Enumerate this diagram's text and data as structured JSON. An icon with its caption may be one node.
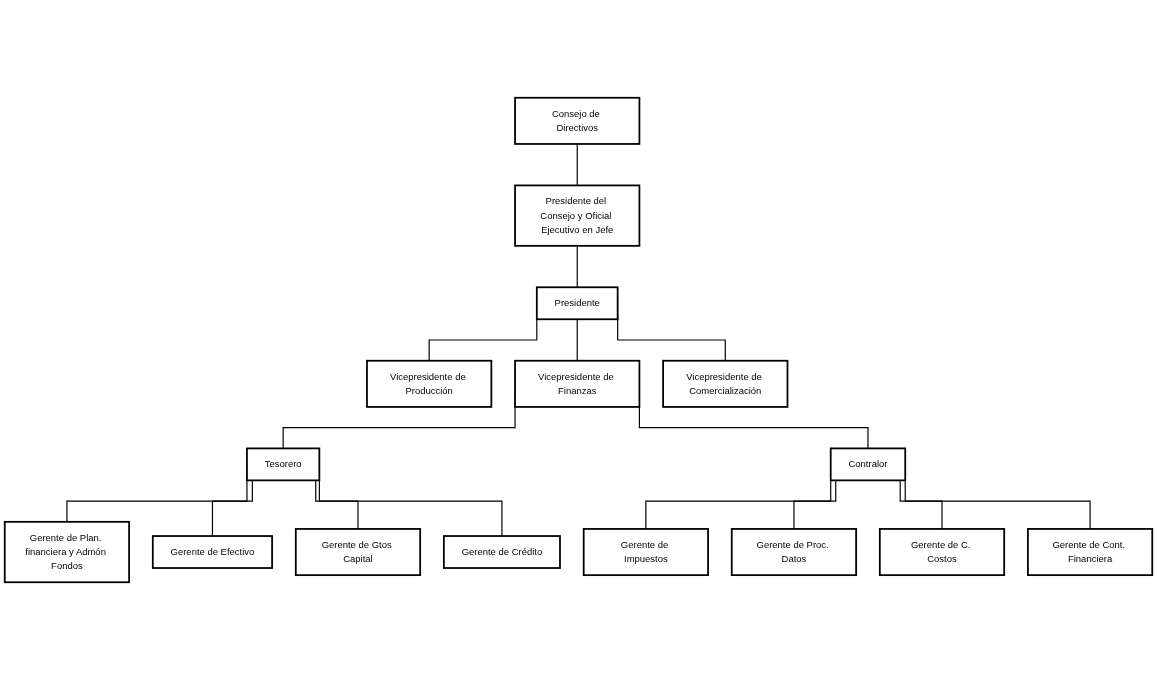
{
  "diagram": {
    "nodes": [
      {
        "text": [
          "Consejo de Directivos"
        ]
      },
      {
        "text": [
          "Presidente del Consejo y Oficial Ejecutivo en Jefe"
        ]
      },
      {
        "text": [
          "Presidente"
        ]
      },
      {
        "text": [
          "Vicepresidente de Producción"
        ]
      },
      {
        "text": [
          "Vicepresidente de Finanzas"
        ]
      },
      {
        "text": [
          "Vicepresidente de Comercialización"
        ]
      },
      {
        "text": [
          "Tesorero"
        ]
      },
      {
        "text": [
          "Contralor"
        ]
      },
      {
        "text": [
          "Gerente de Efectivo"
        ]
      },
      {
        "text": [
          "Gerente de Crédito"
        ]
      },
      {
        "text": [
          "Gerente de Impuestos"
        ]
      },
      {
        "text": [
          "Gerente de C. Costos"
        ]
      },
      {
        "text": [
          "Gerente de Plan. financiera y Admón Fondos"
        ]
      },
      {
        "text": [
          "Gerente de Gtos Capital"
        ]
      },
      {
        "text": [
          "Gerente de Proc. Datos"
        ]
      },
      {
        "text": [
          "Gerente de Cont. Financiera"
        ]
      }
    ],
    "edges": [
      {
        "from": 0,
        "to": 1,
        "arrow": "none"
      },
      {
        "from": 1,
        "to": 2,
        "arrow": "none"
      },
      {
        "from": 2,
        "to": 3,
        "arrow": "none"
      },
      {
        "from": 2,
        "to": 4,
        "arrow": "none"
      },
      {
        "from": 2,
        "to": 5,
        "arrow": "none"
      },
      {
        "from": 4,
        "to": 6,
        "arrow": "none"
      },
      {
        "from": 4,
        "to": 7,
        "arrow": "none"
      },
      {
        "from": 6,
        "to": 12,
        "arrow": "none"
      },
      {
        "from": 6,
        "to": 8,
        "arrow": "none"
      },
      {
        "from": 6,
        "to": 13,
        "arrow": "none"
      },
      {
        "from": 6,
        "to": 9,
        "arrow": "none"
      },
      {
        "from": 7,
        "to": 10,
        "arrow": "none"
      },
      {
        "from": 7,
        "to": 14,
        "arrow": "none"
      },
      {
        "from": 7,
        "to": 11,
        "arrow": "none"
      },
      {
        "from": 7,
        "to": 15,
        "arrow": "none"
      }
    ]
  }
}
